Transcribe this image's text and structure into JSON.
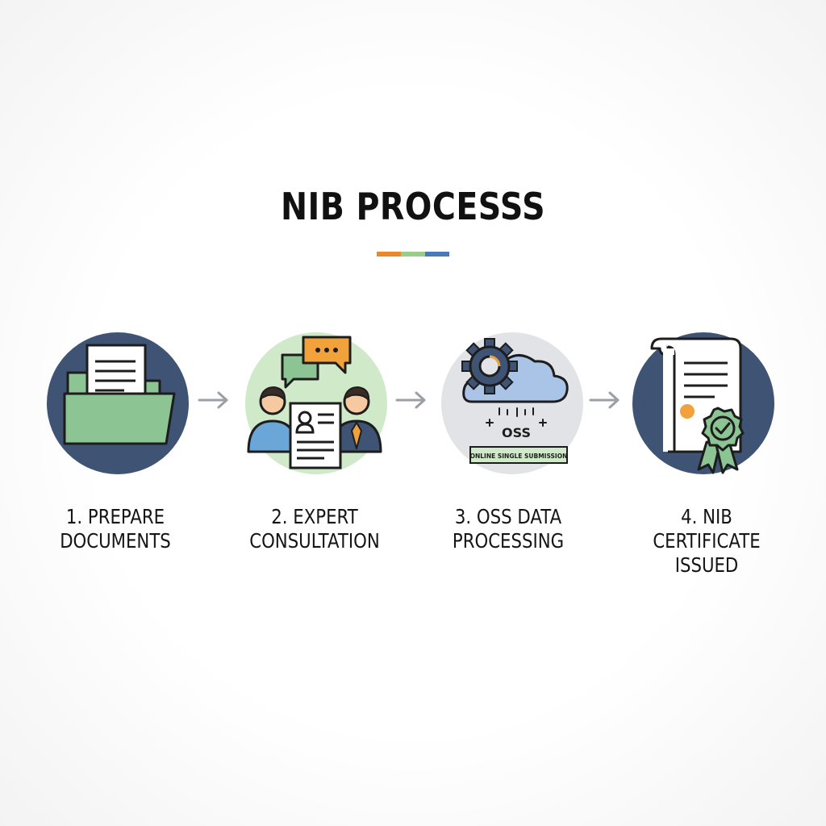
{
  "title": "NIB PROCESSS",
  "accent_colors": [
    "#e88a2a",
    "#9ccc8c",
    "#4a78b8"
  ],
  "colors": {
    "navy": "#3f5375",
    "green": "#8cc494",
    "light_green_bg": "#cfe9c9",
    "grey_bg": "#e1e3e6",
    "outline": "#1d1d1d",
    "orange": "#f2a23a",
    "cloud_blue": "#a9c4e6",
    "arrow": "#9aa0a6"
  },
  "steps": [
    {
      "line1": "1. PREPARE",
      "line2": "DOCUMENTS",
      "icon": "folder-documents-icon"
    },
    {
      "line1": "2. EXPERT",
      "line2": "CONSULTATION",
      "icon": "consultation-icon"
    },
    {
      "line1": "3. OSS DATA",
      "line2": "PROCESSING",
      "icon": "cloud-gear-icon",
      "icon_text": "OSS",
      "icon_banner": "ONLINE SINGLE SUBMISSION"
    },
    {
      "line1": "4. NIB",
      "line2": "CERTIFICATE ISSUED",
      "icon": "certificate-icon"
    }
  ]
}
